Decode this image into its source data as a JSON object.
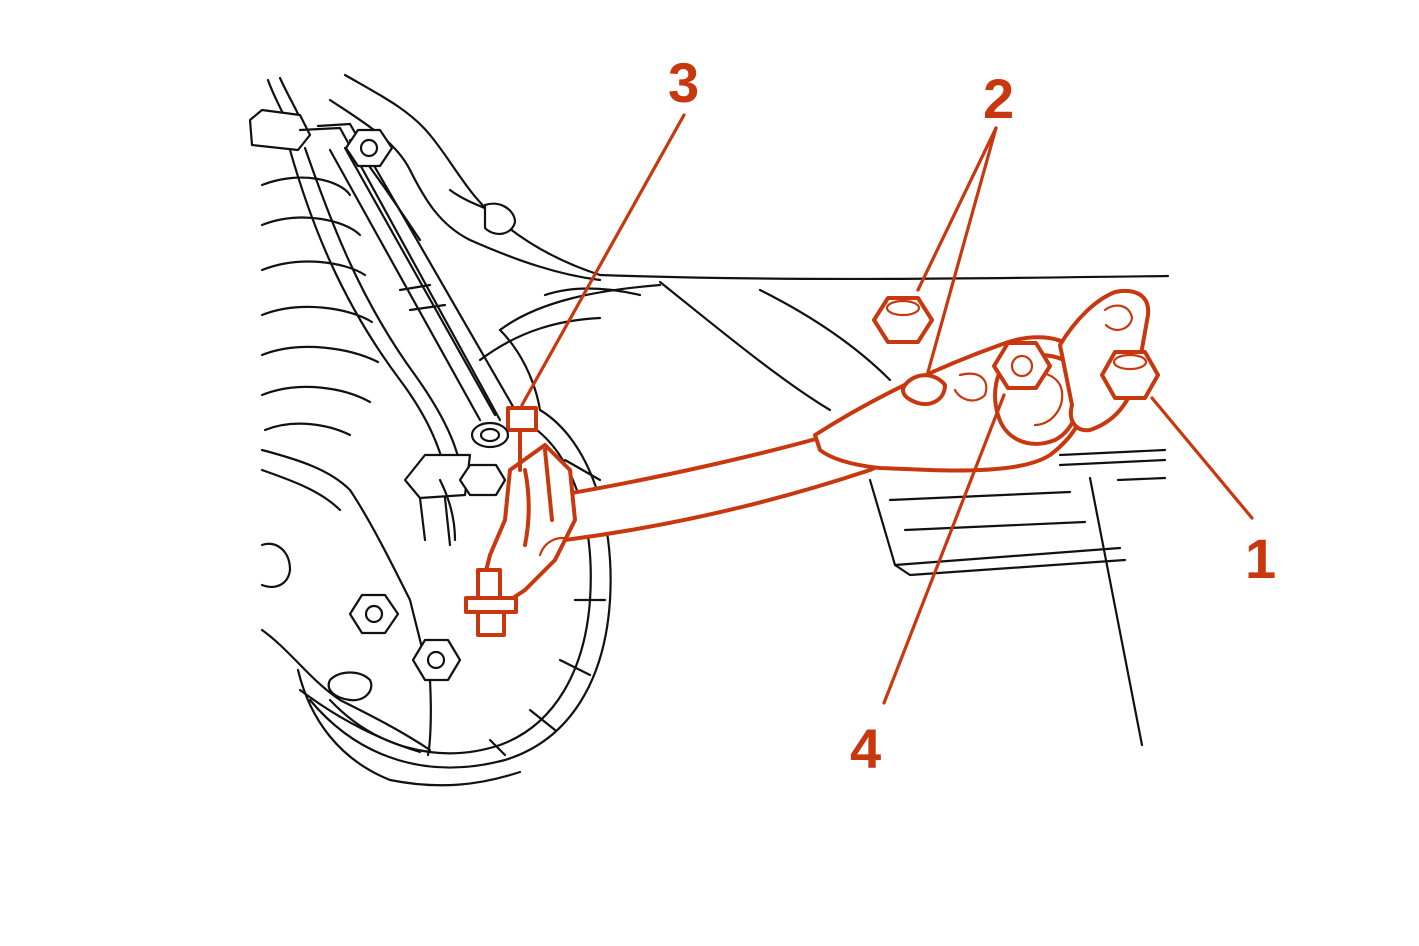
{
  "diagram": {
    "colors": {
      "highlight": "#c8370e",
      "line": "#111111",
      "background": "#ffffff"
    },
    "callouts": [
      {
        "id": "1",
        "label": "1"
      },
      {
        "id": "2",
        "label": "2"
      },
      {
        "id": "3",
        "label": "3"
      },
      {
        "id": "4",
        "label": "4"
      }
    ]
  }
}
